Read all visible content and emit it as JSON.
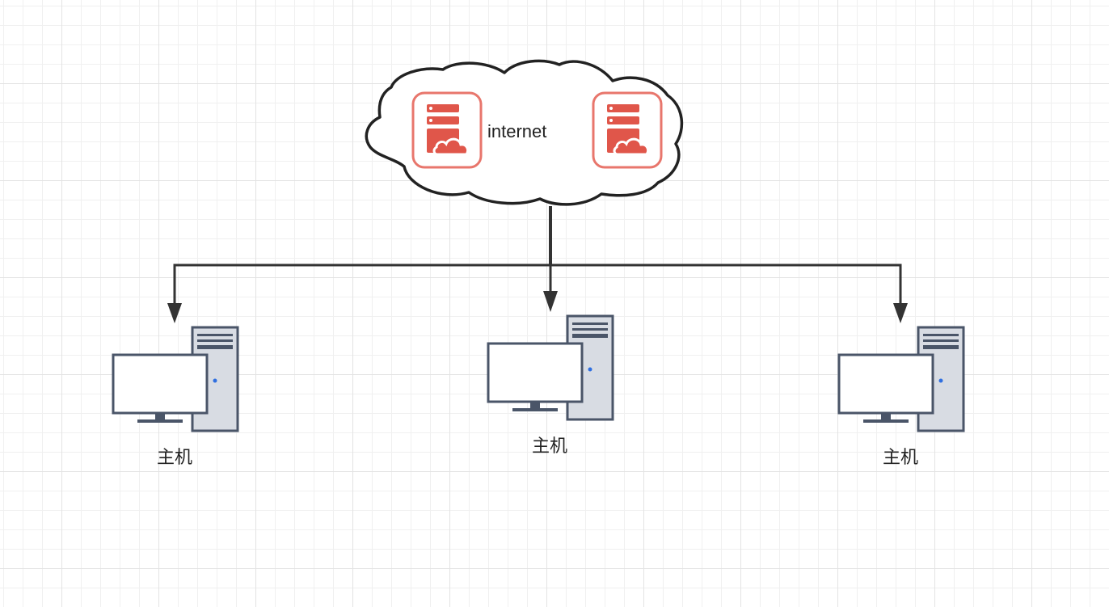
{
  "cloud": {
    "label": "internet",
    "icon": "cloud-server-icon",
    "icon_color": "#e0564a"
  },
  "hosts": [
    {
      "label": "主机",
      "icon": "desktop-computer-icon"
    },
    {
      "label": "主机",
      "icon": "desktop-computer-icon"
    },
    {
      "label": "主机",
      "icon": "desktop-computer-icon"
    }
  ],
  "colors": {
    "connector": "#333333",
    "monitor_frame": "#4a5568",
    "tower_fill": "#d8dce3",
    "power_led": "#2f6fe0"
  }
}
